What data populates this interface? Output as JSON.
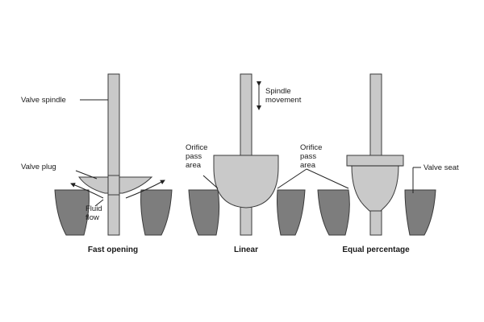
{
  "labels": {
    "valve_spindle": "Valve spindle",
    "valve_plug": "Valve plug",
    "fluid_flow": [
      "Fluid",
      "flow"
    ],
    "spindle_movement": [
      "Spindle",
      "movement"
    ],
    "orifice_pass_area": [
      "Orifice",
      "pass",
      "area"
    ],
    "valve_seat": "Valve seat"
  },
  "captions": {
    "fast_opening": "Fast opening",
    "linear": "Linear",
    "equal_percentage": "Equal percentage"
  },
  "colors": {
    "metal_light": "#c9c9c9",
    "seat_dark": "#7d7d7d",
    "outline": "#3a3a3a"
  }
}
